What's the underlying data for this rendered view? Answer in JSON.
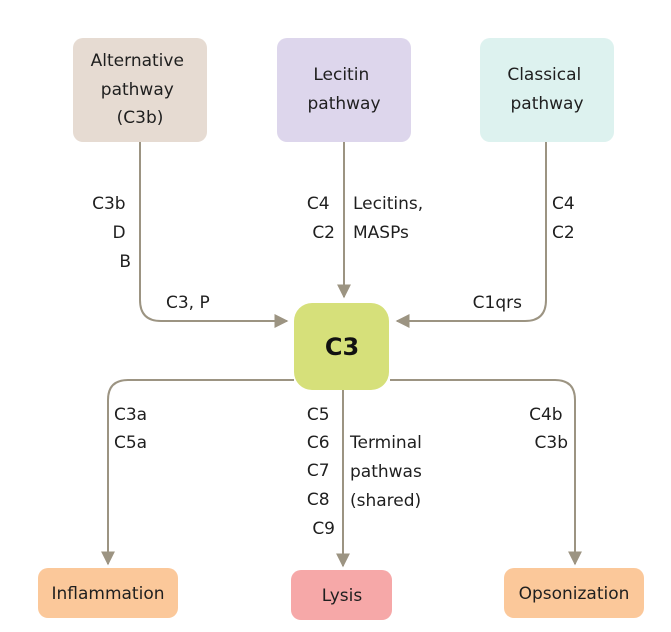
{
  "colors": {
    "connector": "#9c9482",
    "alternative": "#e6dbd2",
    "lecitin": "#ddd6ec",
    "classical": "#ddf2ef",
    "center": "#d6e07a",
    "inflammation": "#fbc89a",
    "lysis": "#f6a8a8",
    "opsonization": "#fbc89a"
  },
  "nodes": {
    "alternative": {
      "lines": [
        "Alternative",
        "pathway",
        "(C3b)"
      ]
    },
    "lecitin": {
      "lines": [
        "Lecitin",
        "pathway"
      ]
    },
    "classical": {
      "lines": [
        "Classical",
        "pathway"
      ]
    },
    "center": {
      "label": "C3"
    },
    "inflammation": {
      "label": "Inflammation"
    },
    "lysis": {
      "label": "Lysis"
    },
    "opsonization": {
      "label": "Opsonization"
    }
  },
  "edge_labels": {
    "alternative_factors": [
      "C3b",
      "D",
      "B"
    ],
    "alternative_join": "C3, P",
    "lecitin_factors": [
      "C4",
      "C2"
    ],
    "lecitin_extra": [
      "Lecitins,",
      "MASPs"
    ],
    "classical_factors": [
      "C4",
      "C2"
    ],
    "classical_join": "C1qrs",
    "inflammation_factors": [
      "C3a",
      "C5a"
    ],
    "lysis_factors": [
      "C5",
      "C6",
      "C7",
      "C8",
      "C9"
    ],
    "lysis_extra": [
      "Terminal",
      "pathwas",
      "(shared)"
    ],
    "opsonization_factors": [
      "C4b",
      "C3b"
    ]
  }
}
